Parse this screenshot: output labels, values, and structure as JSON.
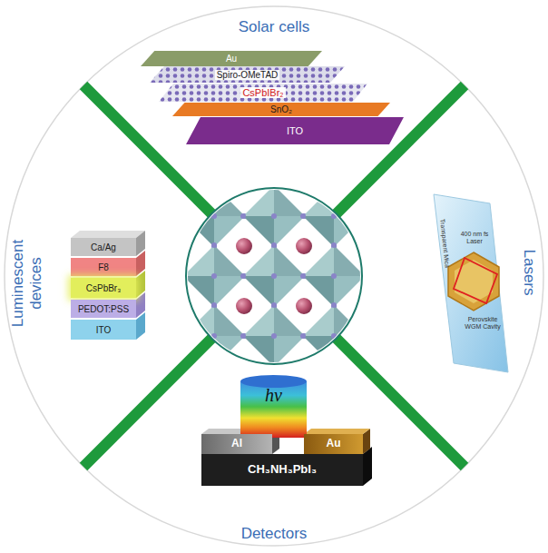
{
  "diagram": {
    "nodes": [
      {
        "text": [
          "Au"
        ]
      },
      {
        "text": [
          "Spiro-OMeTAD"
        ]
      },
      {
        "text": [
          "CsPbIBr₂"
        ]
      },
      {
        "text": [
          "SnO₂"
        ]
      },
      {
        "text": [
          "ITO"
        ]
      },
      {
        "text": [
          "Ca/Ag"
        ]
      },
      {
        "text": [
          "F8"
        ]
      },
      {
        "text": [
          "CsPbBr₃"
        ]
      },
      {
        "text": [
          "PEDOT:PSS"
        ]
      },
      {
        "text": [
          "ITO"
        ]
      },
      {
        "text": [
          "hν"
        ]
      },
      {
        "text": [
          "Al"
        ]
      },
      {
        "text": [
          "Au"
        ]
      },
      {
        "text": [
          "CH₃NH₃PbI₃"
        ]
      }
    ],
    "labels": [
      "Solar cells",
      "Lasers",
      "Luminescent devices",
      "Detectors",
      "Transparent Mica",
      "400 nm fs Laser",
      "Perovskite WGM Cavity"
    ]
  }
}
